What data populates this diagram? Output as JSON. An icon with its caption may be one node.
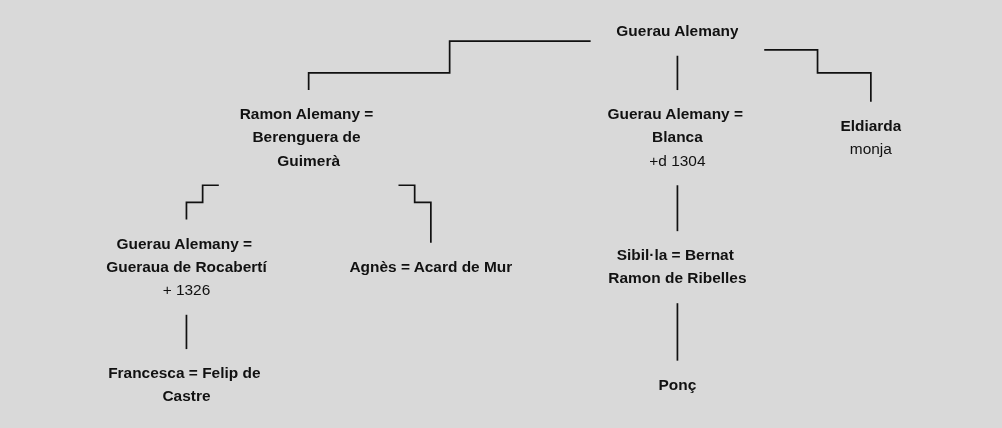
{
  "diagram": {
    "nodes": [
      {
        "text": [
          "Guerau Alemany"
        ]
      },
      {
        "text": [
          "Ramon Alemany = Berenguera de Guimerà"
        ]
      },
      {
        "text": [
          "Guerau Alemany = Blanca"
        ],
        "beside": [
          "+d 1304"
        ]
      },
      {
        "text": [
          "Eldiarda"
        ],
        "beside": [
          "monja"
        ]
      },
      {
        "text": [
          "Guerau Alemany = Gueraua de Rocabertí"
        ],
        "beside": [
          "+ 1326"
        ]
      },
      {
        "text": [
          "Agnès = Acard de Mur"
        ]
      },
      {
        "text": [
          "Sibil·la = Bernat Ramon de Ribelles"
        ]
      },
      {
        "text": [
          "Francesca = Felip de Castre"
        ]
      },
      {
        "text": [
          "Ponç"
        ]
      }
    ],
    "edges": [
      {
        "from": 0,
        "to": 1,
        "arrow": "none"
      },
      {
        "from": 0,
        "to": 2,
        "arrow": "none"
      },
      {
        "from": 0,
        "to": 3,
        "arrow": "none"
      },
      {
        "from": 1,
        "to": 4,
        "arrow": "none"
      },
      {
        "from": 1,
        "to": 5,
        "arrow": "none"
      },
      {
        "from": 2,
        "to": 6,
        "arrow": "none"
      },
      {
        "from": 4,
        "to": 7,
        "arrow": "none"
      },
      {
        "from": 6,
        "to": 8,
        "arrow": "none"
      }
    ]
  }
}
